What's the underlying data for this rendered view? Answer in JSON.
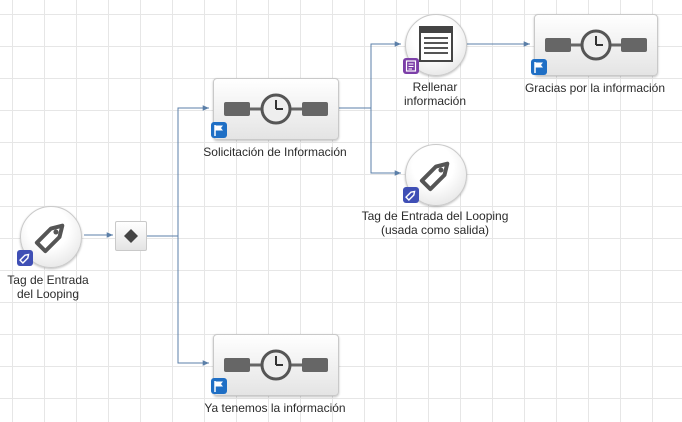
{
  "colors": {
    "connector": "#5b7fa8",
    "flag_badge": "#1f6fc5",
    "tag_badge": "#3f4fb5",
    "form_badge": "#7c3fa8",
    "icon_dark": "#555555"
  },
  "nodes": {
    "entry_tag": {
      "label": "Tag de Entrada\ndel Looping",
      "icon": "tag-icon",
      "badge": "tag-badge-icon"
    },
    "split": {
      "icon": "diamond-icon"
    },
    "request_info": {
      "label": "Solicitación de Información",
      "icon": "wait-timer-icon",
      "badge": "flag-icon"
    },
    "already_have": {
      "label": "Ya tenemos la información",
      "icon": "wait-timer-icon",
      "badge": "flag-icon"
    },
    "fill_info": {
      "label": "Rellenar\ninformación",
      "icon": "form-icon",
      "badge": "form-badge-icon"
    },
    "exit_tag": {
      "label": "Tag de Entrada del Looping\n(usada como salida)",
      "icon": "tag-icon",
      "badge": "tag-badge-icon"
    },
    "thanks": {
      "label": "Gracias por la información",
      "icon": "wait-timer-icon",
      "badge": "flag-icon"
    }
  }
}
